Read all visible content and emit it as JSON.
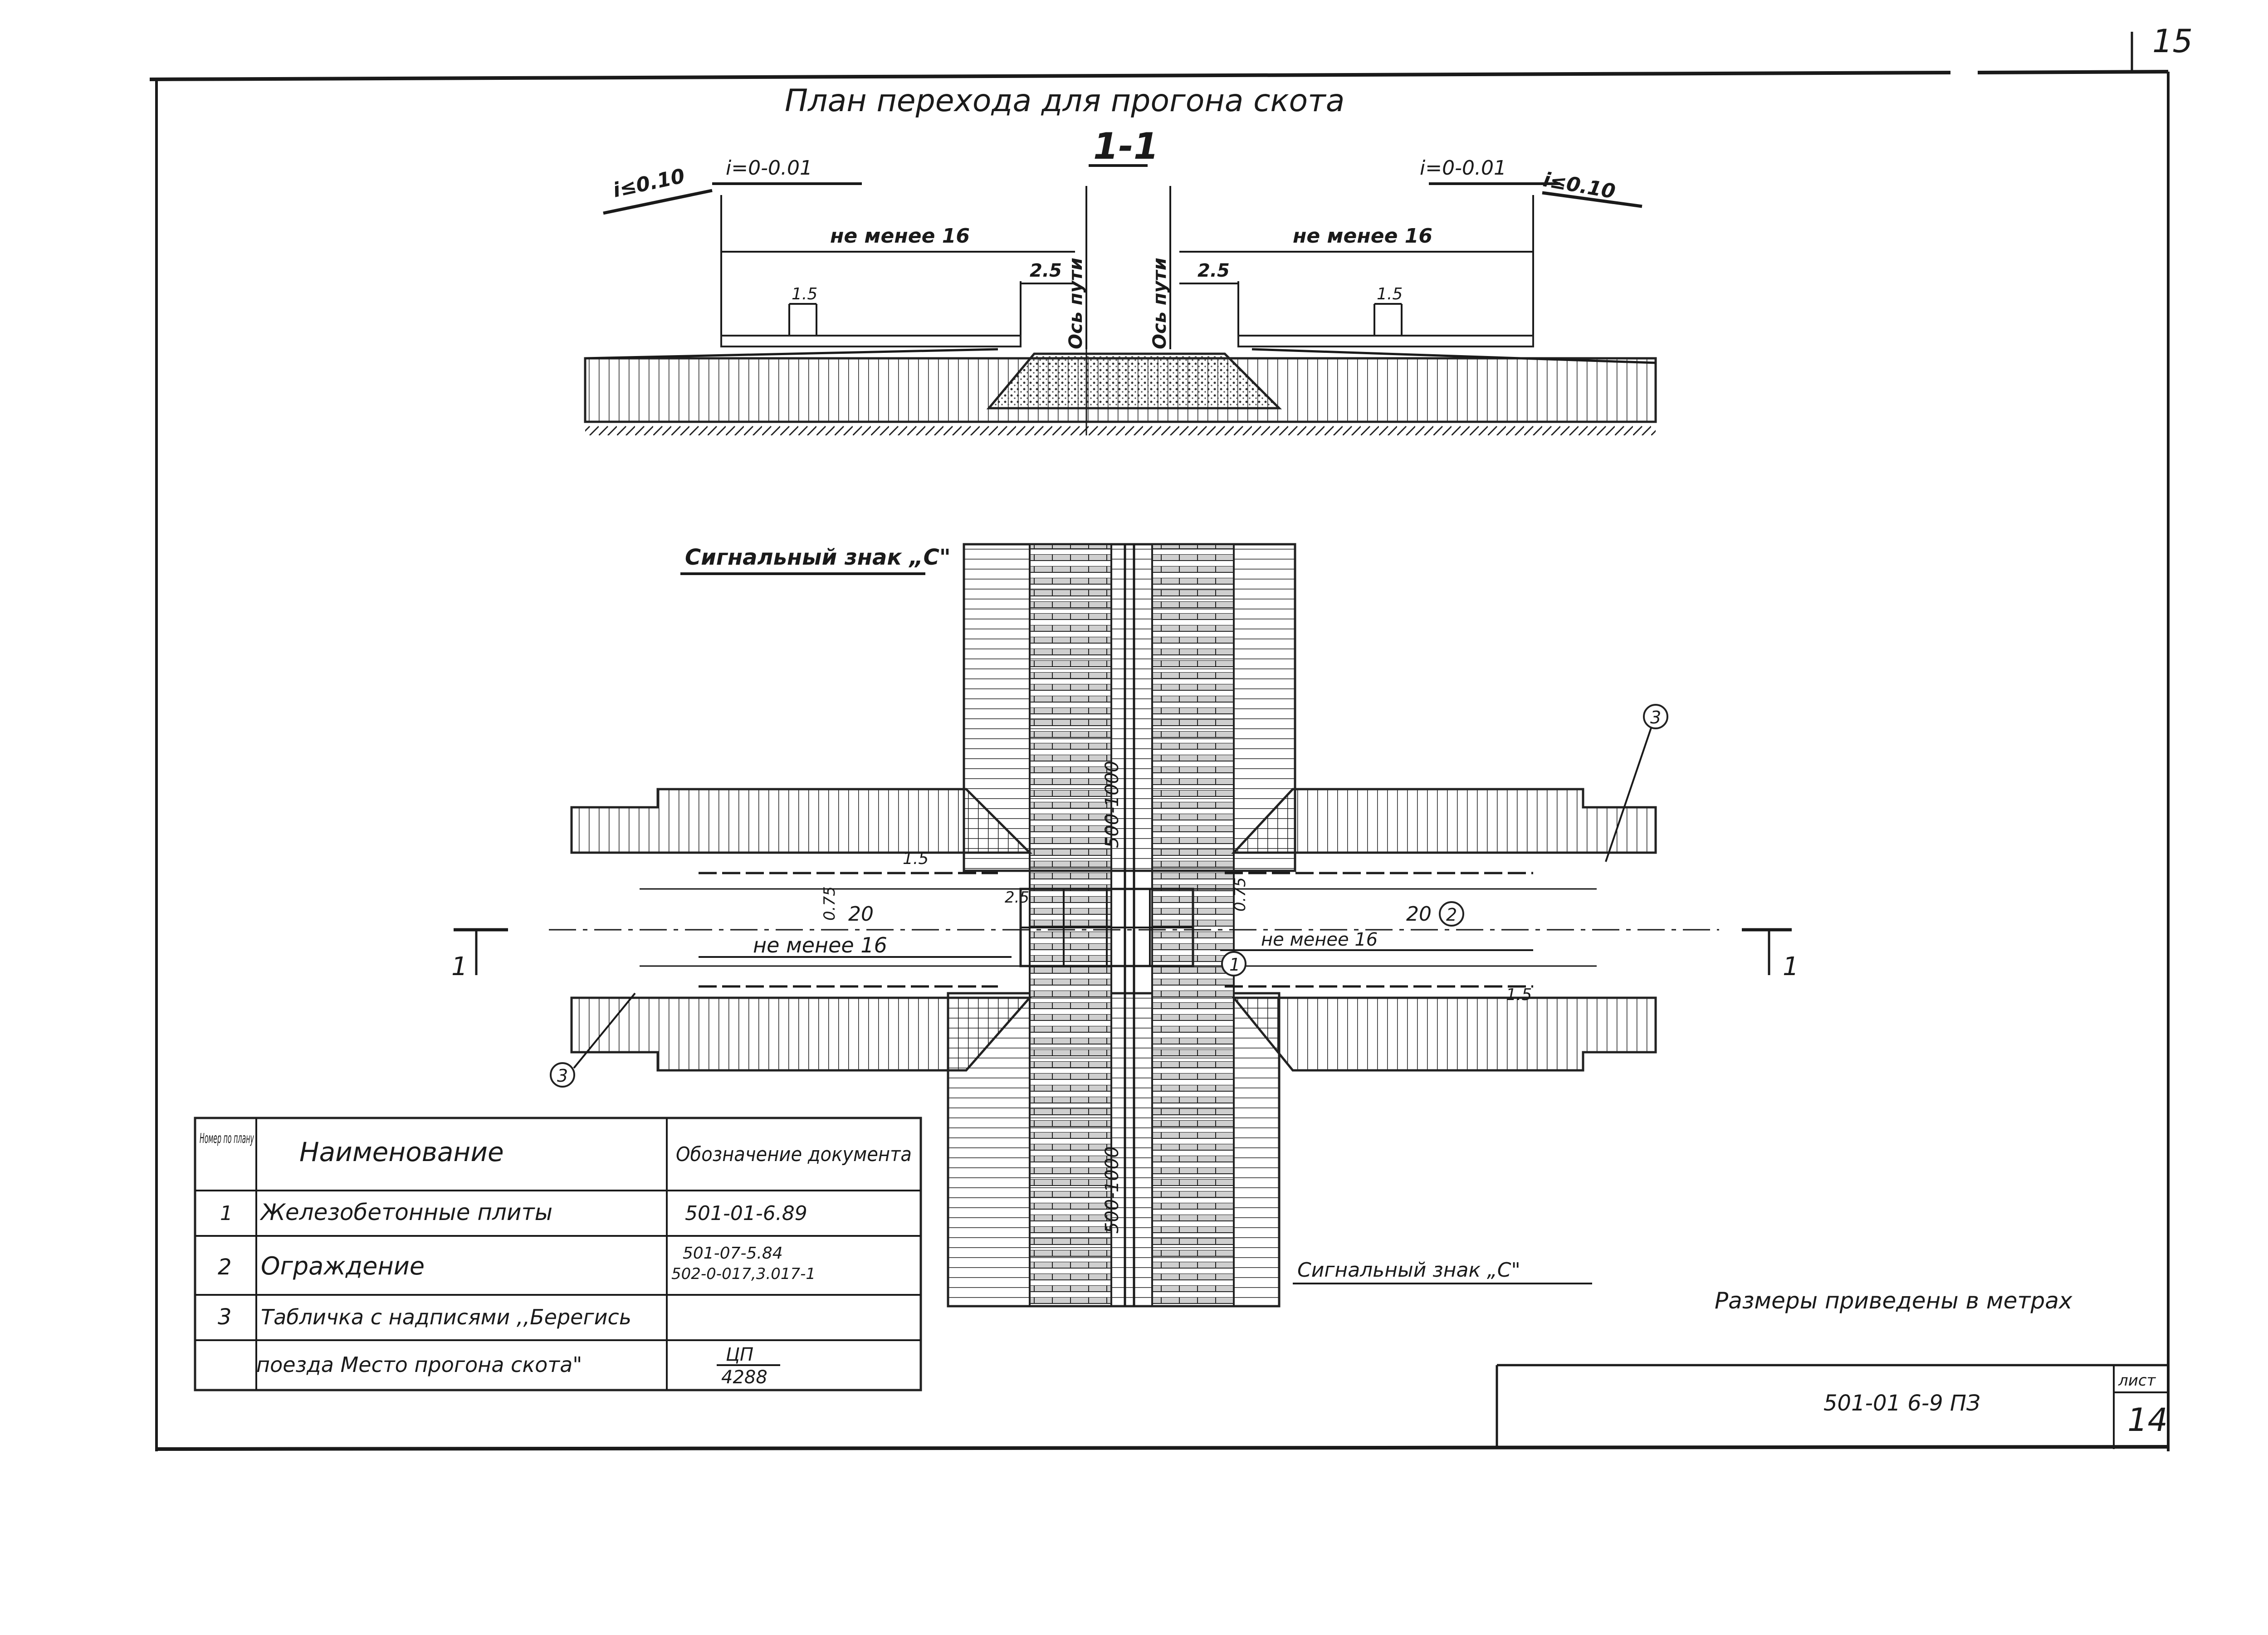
{
  "sheet": {
    "page_number": "15",
    "main_title": "План перехода для прогона скота",
    "section_label": "1-1",
    "sheet_label": "лист",
    "sheet_number": "14",
    "document_code": "501-01 6-9 ПЗ",
    "dimensions_note": "Размеры приведены в метрах"
  },
  "section": {
    "slope_outer_left": "i≤0.10",
    "slope_inner_left": "i=0-0.01",
    "slope_inner_right": "i=0-0.01",
    "slope_outer_right": "i≤0.10",
    "min_length_left": "не менее 16",
    "min_length_right": "не менее 16",
    "gap_left": "2.5",
    "gap_right": "2.5",
    "post_left": "1.5",
    "post_right": "1.5",
    "track_axis_left": "Ось пути",
    "track_axis_right": "Ось пути"
  },
  "plan": {
    "signal_sign_top": "Сигнальный знак „С\"",
    "signal_sign_bottom": "Сигнальный знак „С\"",
    "track_len_top": "500-1000",
    "track_len_bottom": "500-1000",
    "dim_20_left": "20",
    "dim_20_right": "20",
    "dim_15_top": "1.5",
    "dim_15_bottom": "1.5",
    "dim_min_left": "не менее 16",
    "dim_min_right": "не менее 16",
    "dim_075_left": "0.75",
    "dim_075_right": "0.75",
    "dim_25": "2.5",
    "callout_1": "1",
    "callout_2": "2",
    "callout_3a": "3",
    "callout_3b": "3",
    "cut_left": "1",
    "cut_right": "1"
  },
  "spec_table": {
    "headers": [
      "Номер по плану",
      "Наименование",
      "Обозначение документа"
    ],
    "rows": [
      {
        "num": "1",
        "name": "Железобетонные плиты",
        "doc": "501-01-6.89"
      },
      {
        "num": "2",
        "name": "Ограждение",
        "doc": "501-07-5.84",
        "doc2": "502-0-017,3.017-1"
      },
      {
        "num": "3",
        "name": "Табличка с надписями ,,Берегись",
        "doc": ""
      },
      {
        "num": "",
        "name": "поезда Место прогона скота\"",
        "doc": "ЦП",
        "doc2": "4288"
      }
    ]
  }
}
